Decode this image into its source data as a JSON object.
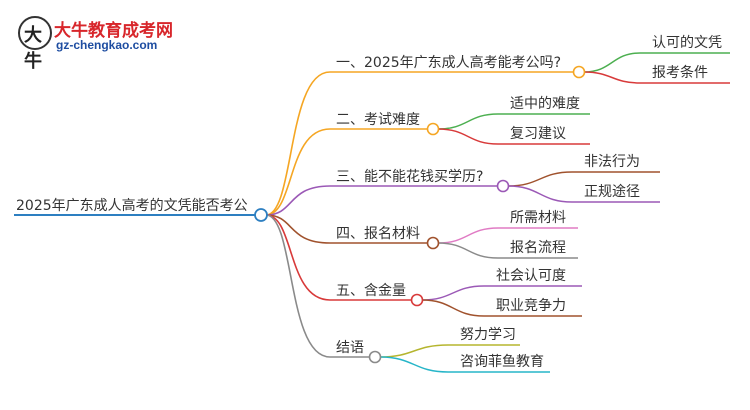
{
  "logo": {
    "title": "大牛教育成考网",
    "url": "gz-chengkao.com",
    "mark": "大牛"
  },
  "root": "2025年广东成人高考的文凭能否考公",
  "branches": [
    {
      "label": "一、2025年广东成人高考能考公吗?",
      "color": "#f5a623",
      "children": [
        {
          "label": "认可的文凭",
          "color": "#4caf50"
        },
        {
          "label": "报考条件",
          "color": "#d83a3a"
        }
      ]
    },
    {
      "label": "二、考试难度",
      "color": "#f5a623",
      "children": [
        {
          "label": "适中的难度",
          "color": "#4caf50"
        },
        {
          "label": "复习建议",
          "color": "#d83a3a"
        }
      ]
    },
    {
      "label": "三、能不能花钱买学历?",
      "color": "#9b59b6",
      "children": [
        {
          "label": "非法行为",
          "color": "#a0522d"
        },
        {
          "label": "正规途径",
          "color": "#9b59b6"
        }
      ]
    },
    {
      "label": "四、报名材料",
      "color": "#a0522d",
      "children": [
        {
          "label": "所需材料",
          "color": "#e07bc4"
        },
        {
          "label": "报名流程",
          "color": "#8a8a8a"
        }
      ]
    },
    {
      "label": "五、含金量",
      "color": "#d83a3a",
      "children": [
        {
          "label": "社会认可度",
          "color": "#9b59b6"
        },
        {
          "label": "职业竞争力",
          "color": "#a0522d"
        }
      ]
    },
    {
      "label": "结语",
      "color": "#8a8a8a",
      "children": [
        {
          "label": "努力学习",
          "color": "#b5b52e"
        },
        {
          "label": "咨询菲鱼教育",
          "color": "#26b5c8"
        }
      ]
    }
  ]
}
